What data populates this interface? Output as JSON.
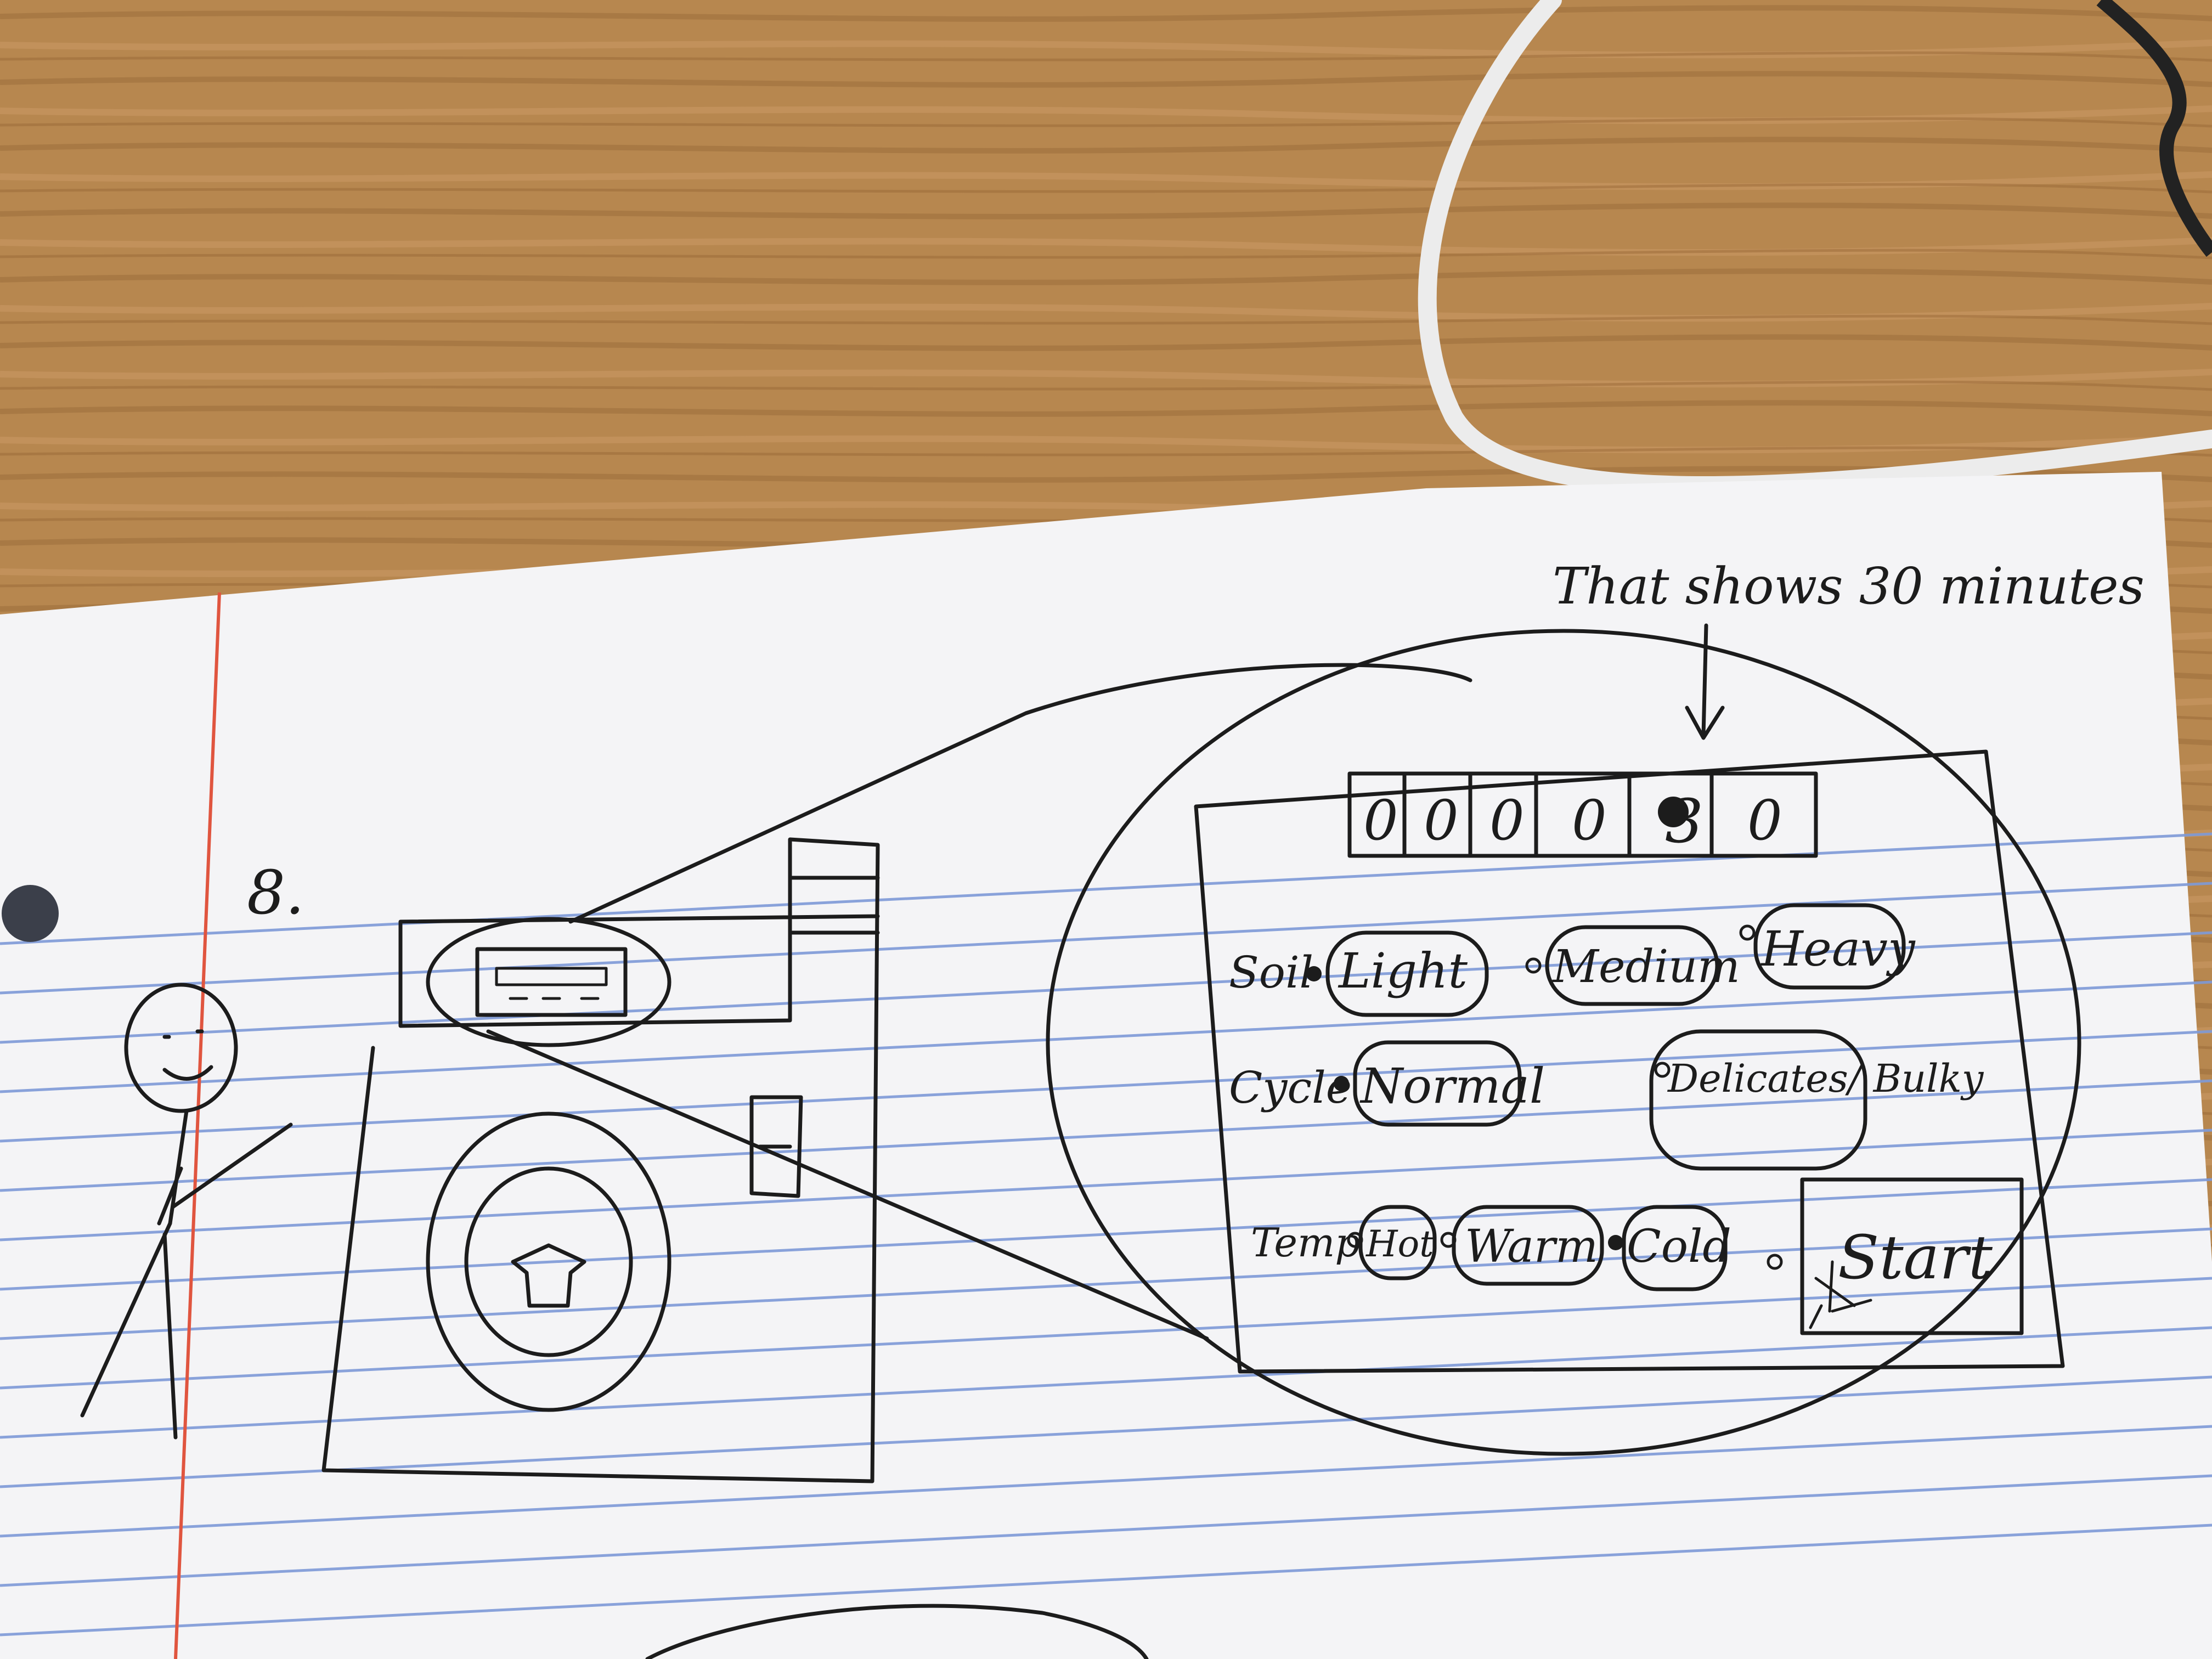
{
  "sketch": {
    "number": "8.",
    "callout": "That shows 30 minutes",
    "timer_digits": [
      "0",
      "0",
      "0",
      "0",
      "3",
      "0"
    ],
    "soil": {
      "label": "Soil",
      "options": [
        "Light",
        "Medium",
        "Heavy"
      ],
      "selected": "Light"
    },
    "cycle": {
      "label": "Cycle",
      "options": [
        "Normal",
        "Delicates/ Bulky"
      ],
      "selected": "Normal"
    },
    "temp": {
      "label": "Temp",
      "options": [
        "Hot",
        "Warm",
        "Cold"
      ],
      "selected": "Cold"
    },
    "start_label": "Start"
  },
  "colors": {
    "wood": "#b7874f",
    "paper": "#f4f4f6",
    "rule_line": "#7e9ad8",
    "margin_line": "#e0553f",
    "ink": "#1c1c1c",
    "cable": "#ececec"
  }
}
